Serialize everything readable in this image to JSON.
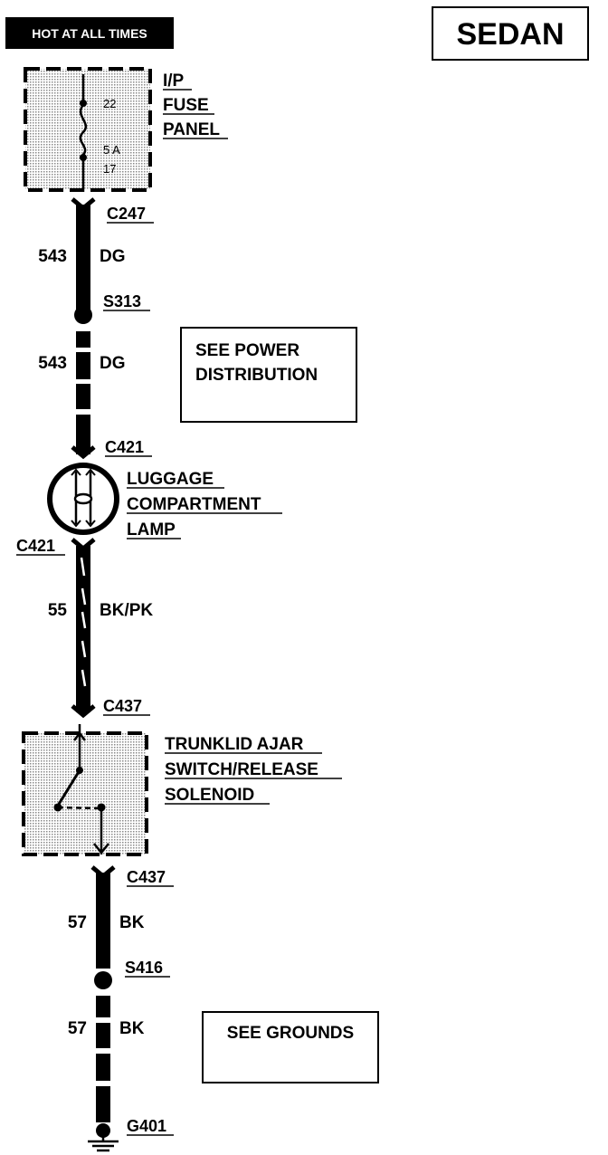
{
  "header": {
    "power_badge": "HOT AT ALL TIMES",
    "model": "SEDAN"
  },
  "fuse_panel": {
    "label_lines": [
      "I/P",
      "FUSE",
      "PANEL"
    ],
    "fuse_top": "22",
    "fuse_rating": "5 A",
    "fuse_bottom": "17"
  },
  "connectors": {
    "c247": "C247",
    "s313": "S313",
    "c421_top": "C421",
    "c421_bottom": "C421",
    "c437_top": "C437",
    "c437_bottom": "C437",
    "s416": "S416",
    "g401": "G401"
  },
  "wires": [
    {
      "circuit": "543",
      "color": "DG"
    },
    {
      "circuit": "543",
      "color": "DG"
    },
    {
      "circuit": "55",
      "color": "BK/PK"
    },
    {
      "circuit": "57",
      "color": "BK"
    },
    {
      "circuit": "57",
      "color": "BK"
    }
  ],
  "lamp": {
    "label_lines": [
      "LUGGAGE",
      "COMPARTMENT",
      "LAMP"
    ]
  },
  "switch": {
    "label_lines": [
      "TRUNKLID AJAR",
      "SWITCH/RELEASE",
      "SOLENOID"
    ]
  },
  "references": {
    "power": [
      "SEE POWER",
      "DISTRIBUTION"
    ],
    "grounds": "SEE GROUNDS"
  },
  "colors": {
    "ink": "#000000",
    "panel_fill": "#d4d4d4",
    "background": "#ffffff"
  }
}
